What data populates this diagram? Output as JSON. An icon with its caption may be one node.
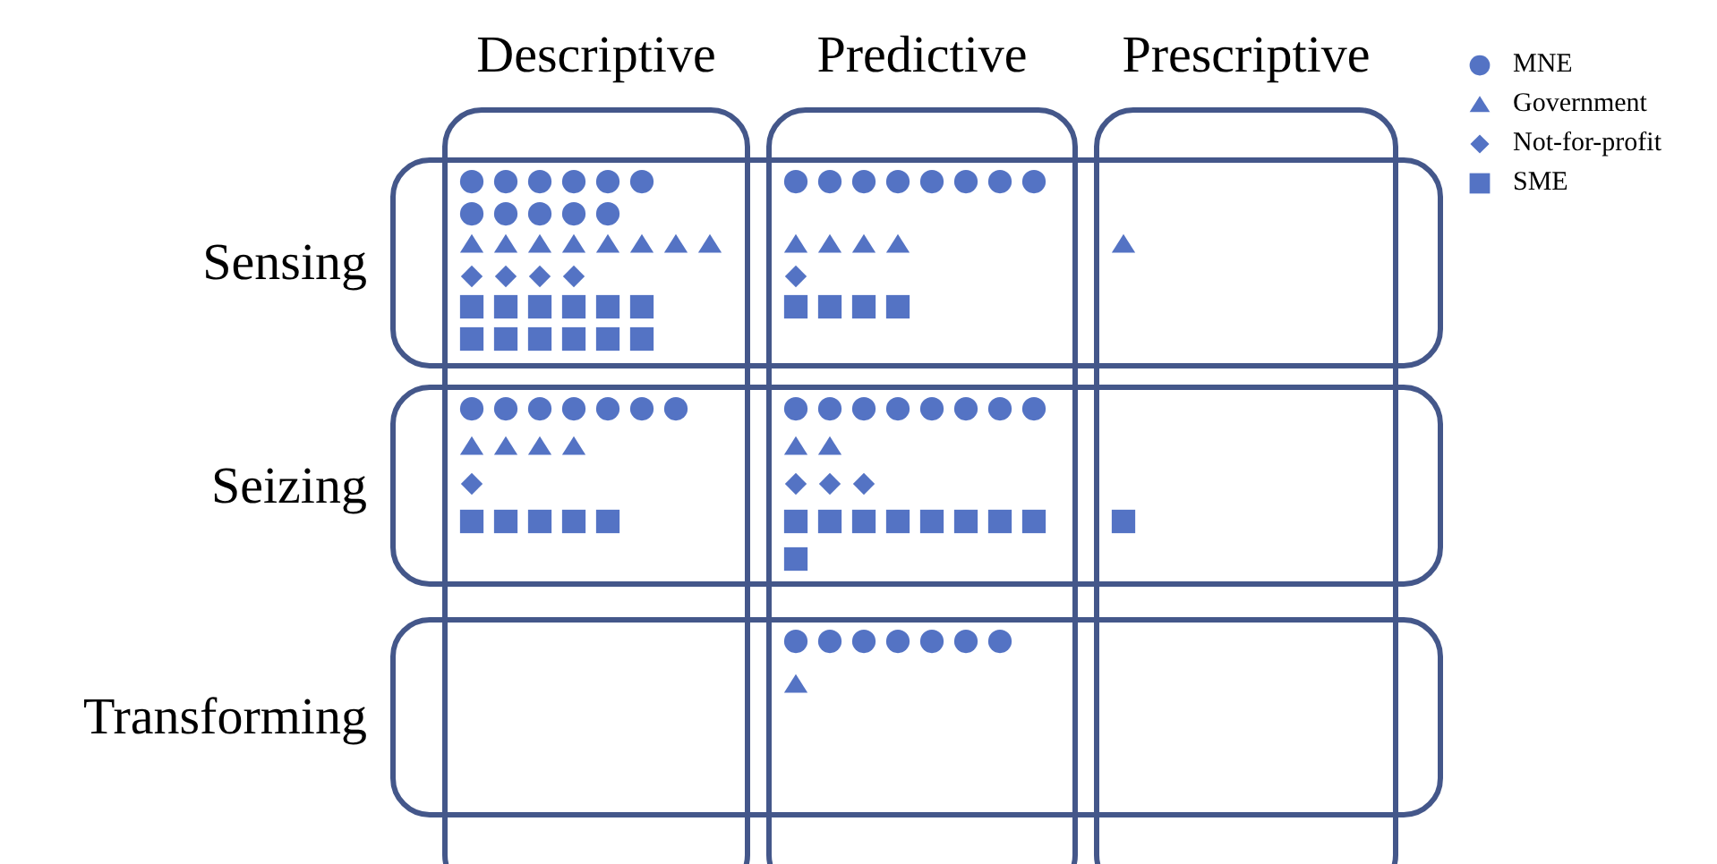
{
  "diagram": {
    "nodes": [
      {
        "text": [
          "Descriptive"
        ]
      },
      {
        "text": [
          "Predictive"
        ]
      },
      {
        "text": [
          "Prescriptive"
        ]
      },
      {
        "text": [
          "Sensing"
        ]
      },
      {
        "text": [
          "Seizing"
        ]
      },
      {
        "text": [
          "Transforming"
        ]
      }
    ],
    "legend": [
      {
        "text": "MNE"
      },
      {
        "text": "Government"
      },
      {
        "text": "Not-for-profit"
      },
      {
        "text": "SME"
      }
    ]
  }
}
